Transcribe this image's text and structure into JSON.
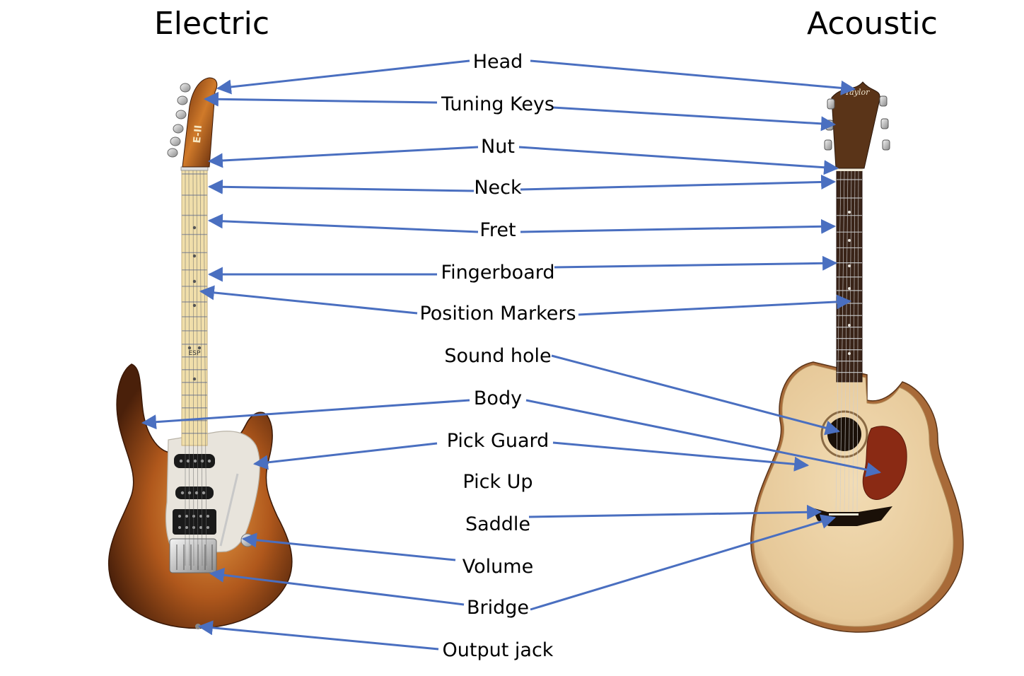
{
  "titles": {
    "electric": "Electric",
    "acoustic": "Acoustic"
  },
  "parts": [
    {
      "key": "head",
      "label": "Head",
      "electric": true,
      "acoustic": true
    },
    {
      "key": "tuning_keys",
      "label": "Tuning Keys",
      "electric": true,
      "acoustic": true
    },
    {
      "key": "nut",
      "label": "Nut",
      "electric": true,
      "acoustic": true
    },
    {
      "key": "neck",
      "label": "Neck",
      "electric": true,
      "acoustic": true
    },
    {
      "key": "fret",
      "label": "Fret",
      "electric": true,
      "acoustic": true
    },
    {
      "key": "fingerboard",
      "label": "Fingerboard",
      "electric": true,
      "acoustic": true
    },
    {
      "key": "position_markers",
      "label": "Position Markers",
      "electric": true,
      "acoustic": true
    },
    {
      "key": "sound_hole",
      "label": "Sound hole",
      "electric": false,
      "acoustic": true
    },
    {
      "key": "body",
      "label": "Body",
      "electric": true,
      "acoustic": true
    },
    {
      "key": "pick_guard",
      "label": "Pick Guard",
      "electric": true,
      "acoustic": true
    },
    {
      "key": "pick_up",
      "label": "Pick Up",
      "electric": false,
      "acoustic": false
    },
    {
      "key": "saddle",
      "label": "Saddle",
      "electric": false,
      "acoustic": true
    },
    {
      "key": "volume",
      "label": "Volume",
      "electric": true,
      "acoustic": false
    },
    {
      "key": "bridge",
      "label": "Bridge",
      "electric": true,
      "acoustic": true
    },
    {
      "key": "output_jack",
      "label": "Output jack",
      "electric": true,
      "acoustic": false
    }
  ],
  "guitars": {
    "electric": {
      "brand_headstock": "E-II",
      "brand_fretboard": "ESP"
    },
    "acoustic": {
      "brand_headstock": "Taylor"
    }
  },
  "colors": {
    "arrow": "#4a6fc0",
    "electric_body_dark": "#5a2a0c",
    "electric_body_mid": "#b0581c",
    "electric_body_light": "#e8a048",
    "pickguard": "#e8e4dc",
    "maple_neck": "#f0deaa",
    "acoustic_top": "#ecd3a8",
    "acoustic_side": "#a86a38",
    "rosewood": "#3a2418",
    "tortoise": "#8a2a14"
  }
}
